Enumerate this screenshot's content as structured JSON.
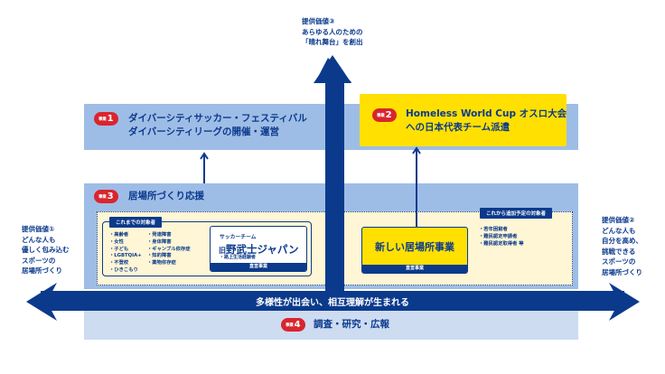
{
  "colors": {
    "navy": "#0b3a8c",
    "band_blue": "#9ebde6",
    "band_light": "#cddcf1",
    "yellow": "#ffe000",
    "cream": "#fff6d6",
    "badge_red": "#d9252e"
  },
  "value3": {
    "heading": "提供価値③",
    "lines": [
      "あらゆる人のための",
      "「晴れ舞台」を創出"
    ]
  },
  "value1": {
    "heading": "提供価値①",
    "lines": [
      "どんな人も",
      "優しく包み込む",
      "スポーツの",
      "居場所づくり"
    ]
  },
  "value2": {
    "heading": "提供価値②",
    "lines": [
      "どんな人も",
      "自分を高め、",
      "挑戦できる",
      "スポーツの",
      "居場所づくり"
    ]
  },
  "projects": [
    {
      "badge_label": "事業",
      "number": "1",
      "title_lines": [
        "ダイバーシティサッカー・フェスティバル",
        "ダイバーシティリーグの開催・運営"
      ]
    },
    {
      "badge_label": "事業",
      "number": "2",
      "title_lines": [
        "Homeless World Cup オスロ大会",
        "への日本代表チーム派遣"
      ]
    },
    {
      "badge_label": "事業",
      "number": "3",
      "title_lines": [
        "居場所づくり応援"
      ]
    },
    {
      "badge_label": "事業",
      "number": "4",
      "title_lines": [
        "調査・研究・広報"
      ]
    }
  ],
  "past_targets": {
    "tag": "これまでの対象者",
    "col1": [
      "・高齢者",
      "・女性",
      "・子ども",
      "・LGBTQIA+",
      "・不登校",
      "・ひきこもり"
    ],
    "col2": [
      "・発達障害",
      "・身体障害",
      "・ギャンブル依存症",
      "・知的障害",
      "・薬物依存症"
    ]
  },
  "team_box": {
    "caption": "サッカーチーム",
    "name_prefix": "旧",
    "name": "野武士ジャパン",
    "note": "・路上生活経験者",
    "footer": "直営事業"
  },
  "future_targets": {
    "tag": "これから追加予定の対象者",
    "items": [
      "・若年困窮者",
      "・難民認定申請者",
      "・難民認定取得者 等"
    ]
  },
  "new_box": {
    "title": "新しい居場所事業",
    "footer": "直営事業"
  },
  "bar_label": "多様性が出会い、相互理解が生まれる"
}
